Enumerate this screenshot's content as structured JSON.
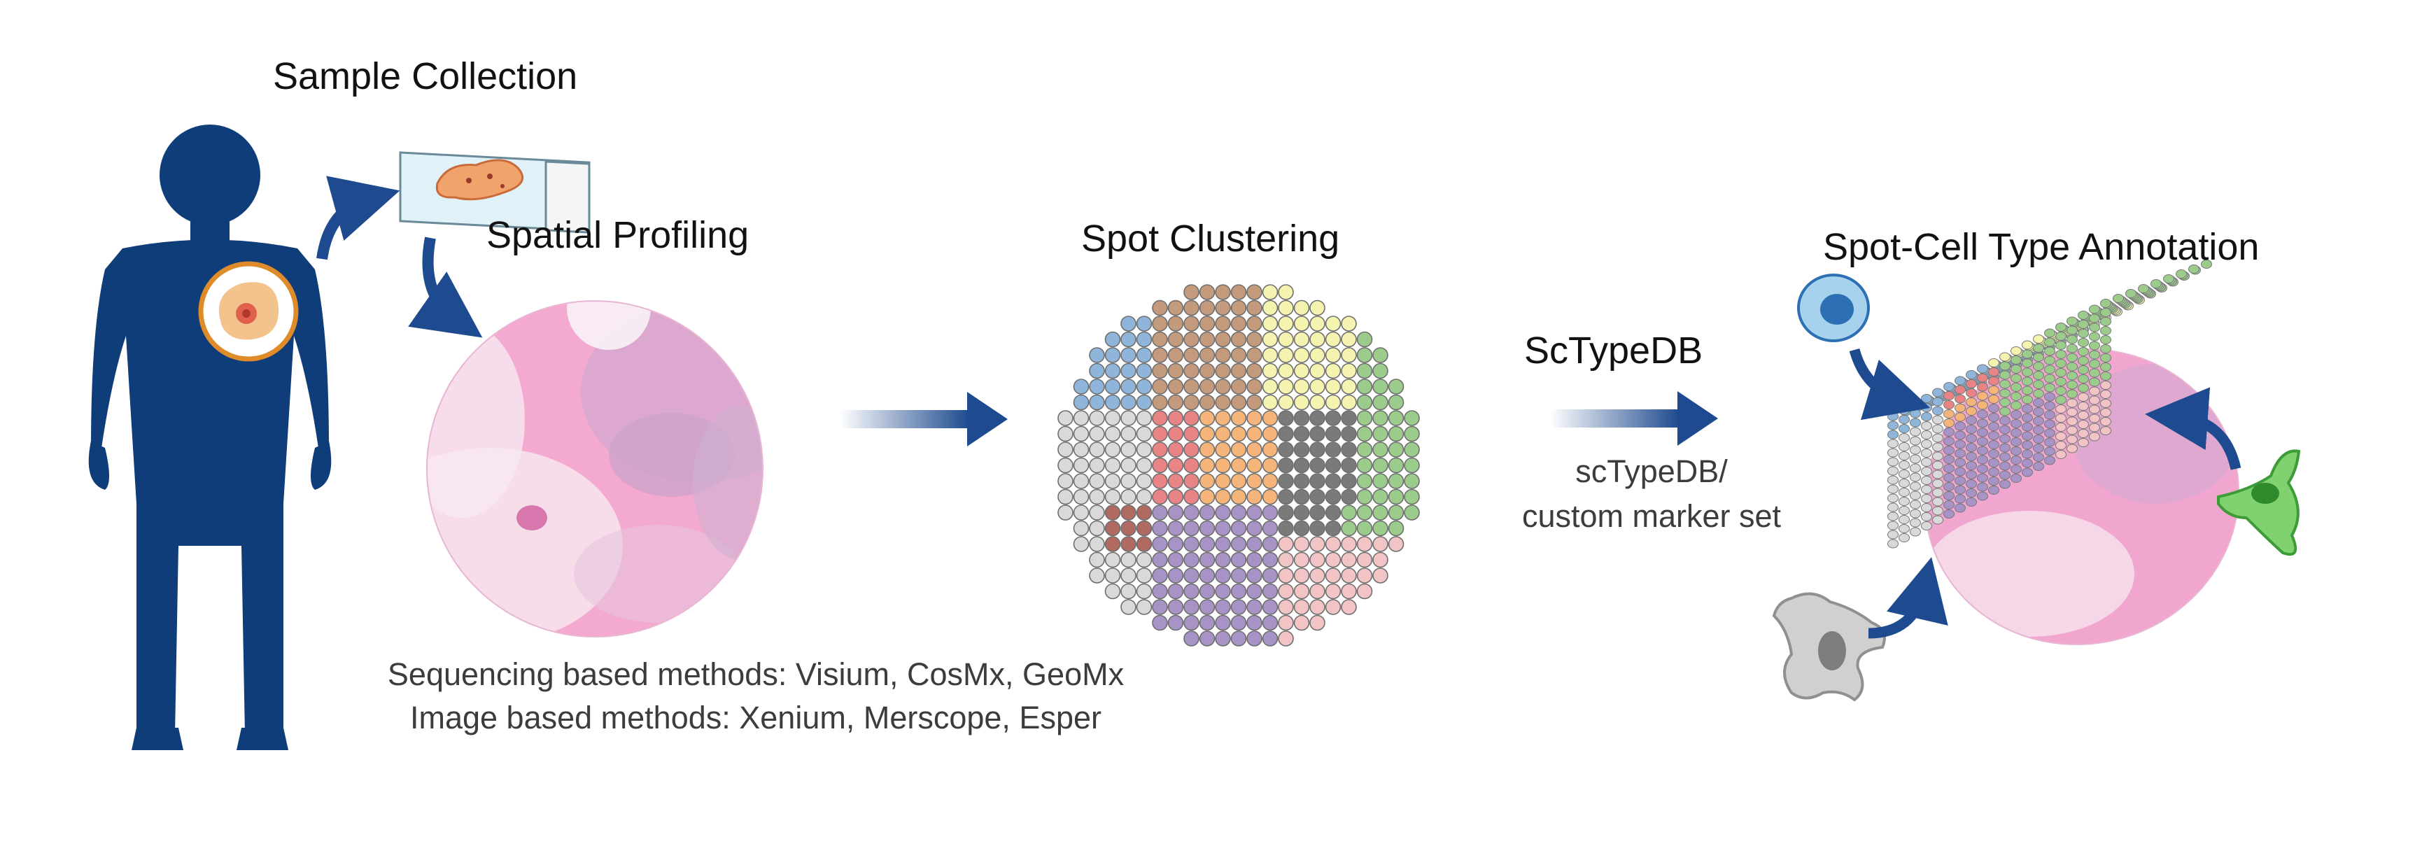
{
  "labels": {
    "sample_collection": "Sample Collection",
    "spatial_profiling": "Spatial Profiling",
    "spot_clustering": "Spot Clustering",
    "sctypedb": "ScTypeDB",
    "marker_line1": "scTypeDB/",
    "marker_line2": "custom marker set",
    "annotation": "Spot-Cell Type Annotation",
    "methods_line1": "Sequencing based methods: Visium, CosMx, GeoMx",
    "methods_line2": "Image based methods: Xenium, Merscope, Esper"
  },
  "colors": {
    "human_body": "#0f3d7a",
    "arrow": "#1e4a8f",
    "tissue_pink": "#ee9cc9",
    "cluster_blue": "#8fb6da",
    "cluster_brown": "#c49a7c",
    "cluster_yellow": "#f5f3b0",
    "cluster_red": "#e88486",
    "cluster_orange": "#f5b57a",
    "cluster_darkgray": "#7a7a7a",
    "cluster_green": "#9ccc8c",
    "cluster_lightgray": "#d9d9d9",
    "cluster_purple": "#a793c6",
    "cluster_pink": "#f2c4c6",
    "cluster_darkred": "#b06a62",
    "cell_blue": "#2d6fb5",
    "cell_green": "#62c45c",
    "cell_gray": "#c8c8c8"
  }
}
